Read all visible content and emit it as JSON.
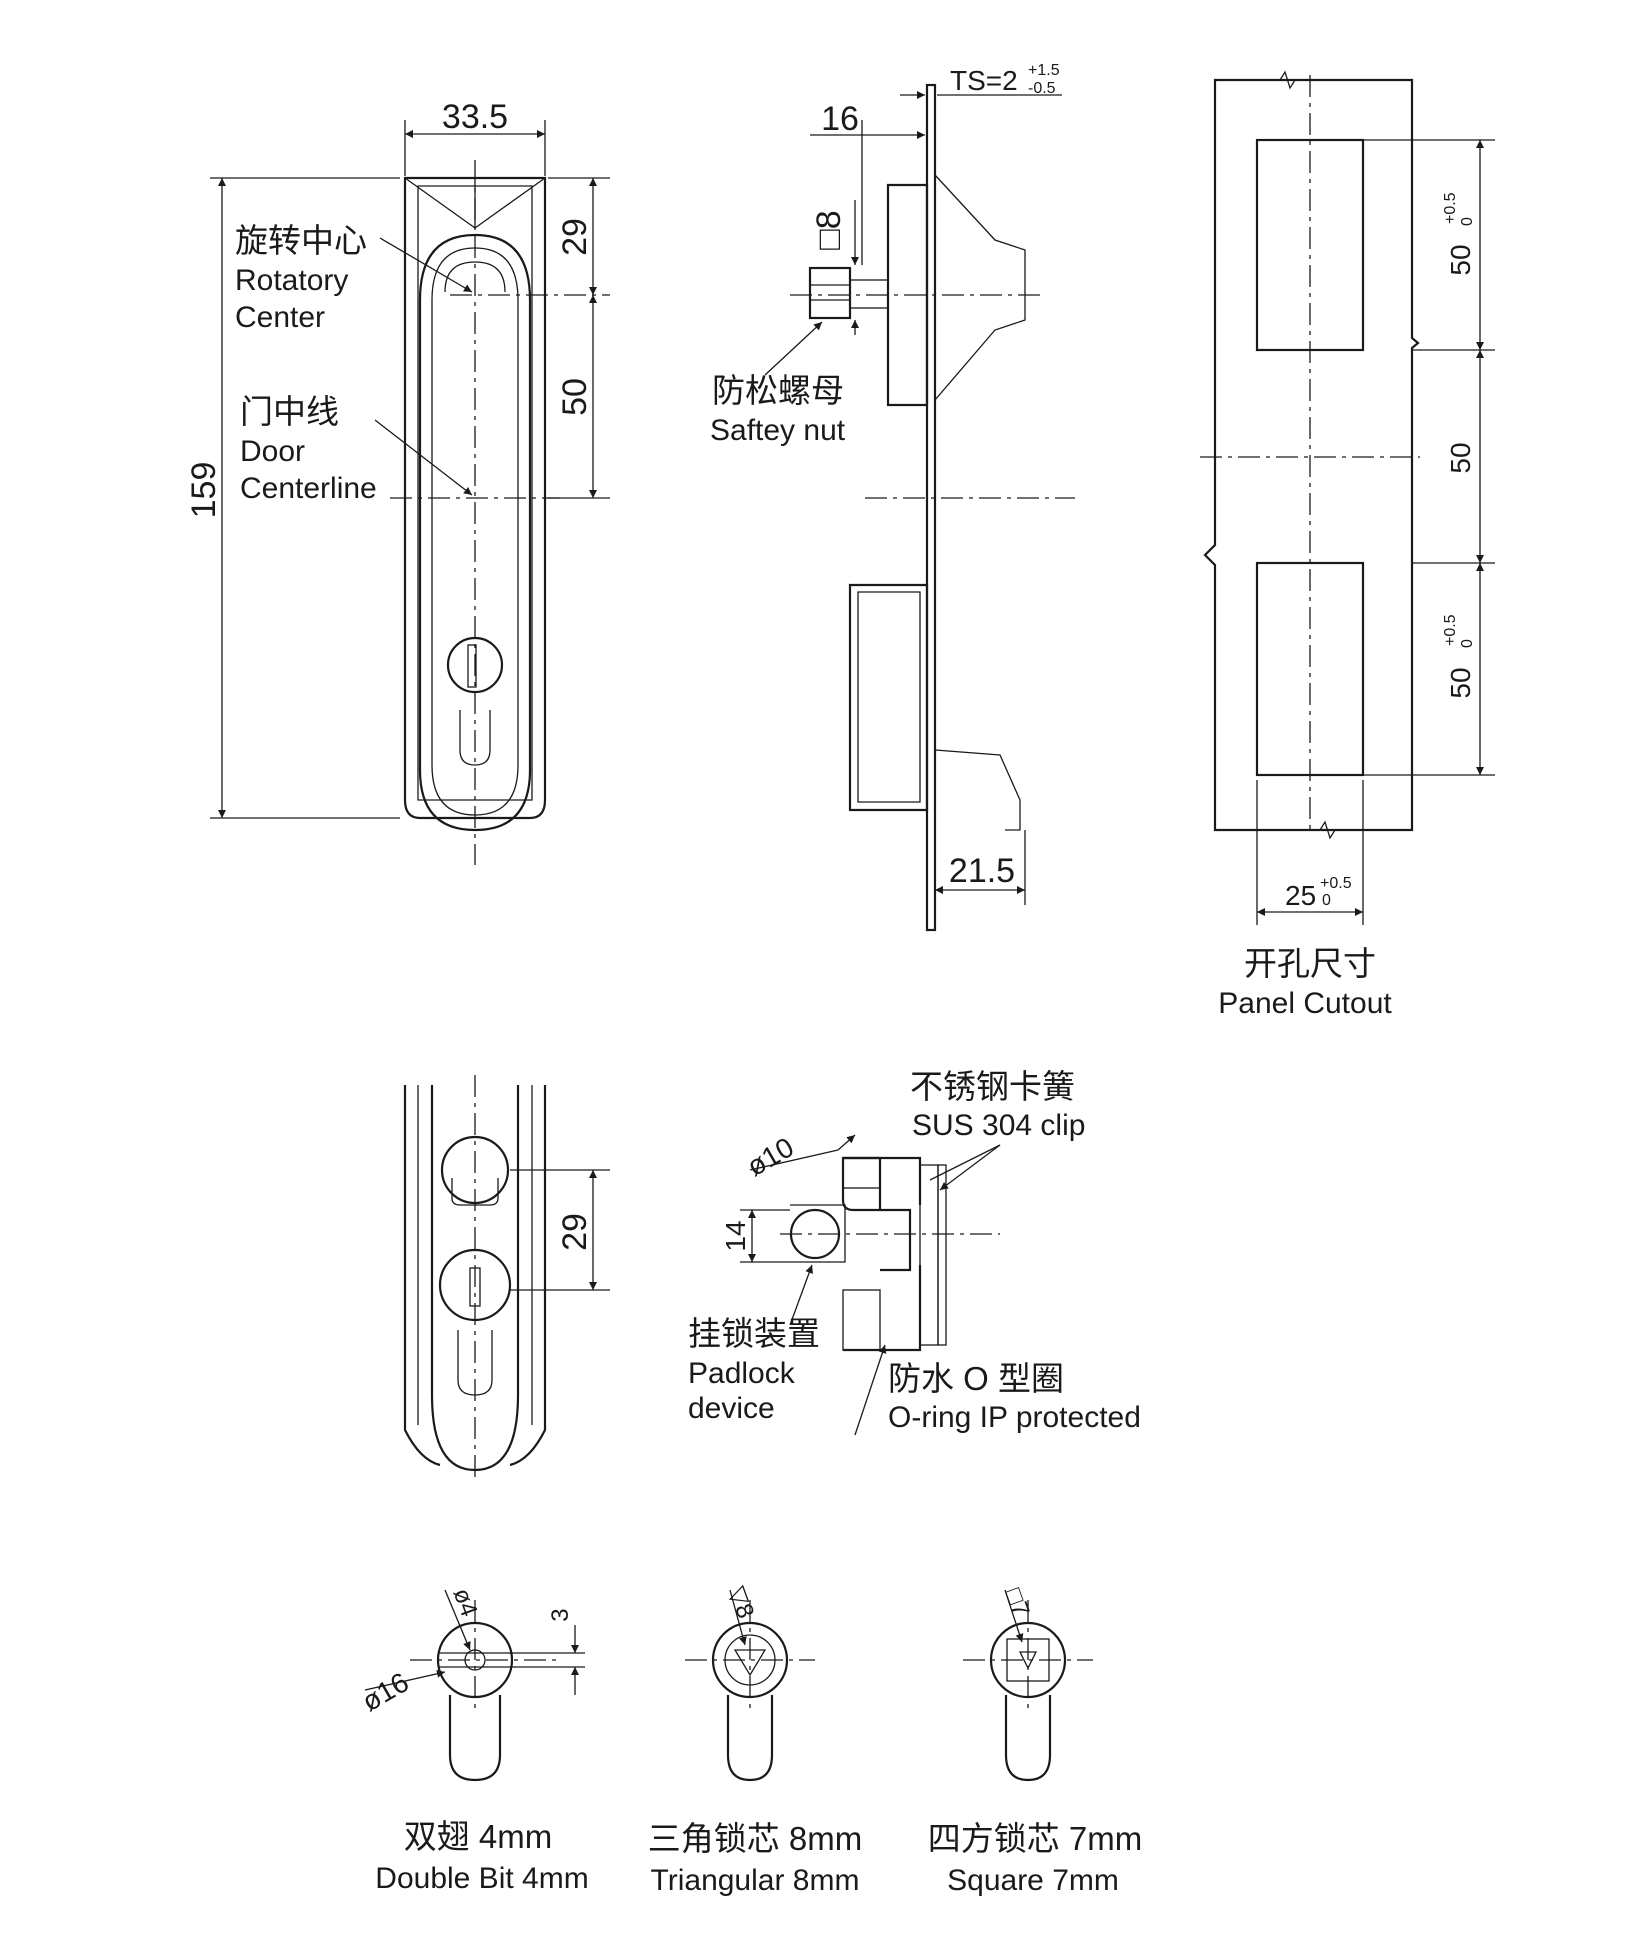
{
  "dimensions": {
    "width_top": "33.5",
    "h29": "29",
    "h50": "50",
    "h159": "159",
    "ts_label": "TS=2",
    "ts_sup": "+1.5",
    "ts_sub": "-0.5",
    "d16": "16",
    "sq8": "□8",
    "d21_5": "21.5",
    "cut_50_top": "50",
    "cut_50_top_sup": "+0.5",
    "cut_50_top_sub": "0",
    "cut_50_mid": "50",
    "cut_50_bot": "50",
    "cut_50_bot_sup": "+0.5",
    "cut_50_bot_sub": "0",
    "cut_25": "25",
    "cut_25_sup": "+0.5",
    "cut_25_sub": "0",
    "bottom_29": "29",
    "dia10": "ø10",
    "d14": "14",
    "dia4": "ø4",
    "d3": "3",
    "dia16": "ø16",
    "tri8": "▽8",
    "sq7": "□7"
  },
  "labels": {
    "rotatory_cn": "旋转中心",
    "rotatory_en1": "Rotatory",
    "rotatory_en2": "Center",
    "door_cn": "门中线",
    "door_en1": "Door",
    "door_en2": "Centerline",
    "nut_cn": "防松螺母",
    "nut_en": "Saftey nut",
    "cutout_cn": "开孔尺寸",
    "cutout_en": "Panel Cutout",
    "clip_cn": "不锈钢卡簧",
    "clip_en": "SUS 304 clip",
    "padlock_cn": "挂锁装置",
    "padlock_en1": "Padlock",
    "padlock_en2": "device",
    "oring_cn": "防水 O 型圈",
    "oring_en": "O-ring IP protected",
    "key1_cn": "双翅 4mm",
    "key1_en": "Double Bit 4mm",
    "key2_cn": "三角锁芯 8mm",
    "key2_en": "Triangular 8mm",
    "key3_cn": "四方锁芯 7mm",
    "key3_en": "Square 7mm"
  }
}
